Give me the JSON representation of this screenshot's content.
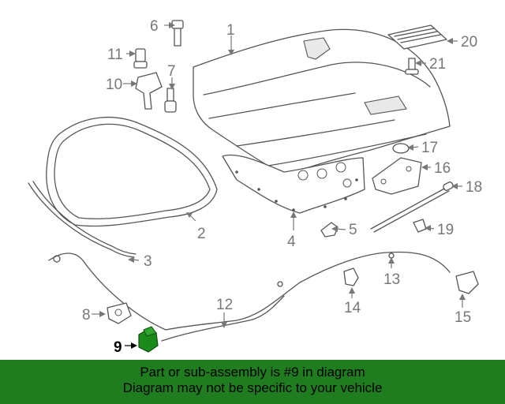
{
  "diagram": {
    "callouts": [
      "1",
      "2",
      "3",
      "4",
      "5",
      "6",
      "7",
      "8",
      "9",
      "10",
      "11",
      "12",
      "13",
      "14",
      "15",
      "16",
      "17",
      "18",
      "19",
      "20",
      "21"
    ],
    "highlighted_part": "9",
    "highlight_color": "#1a8a1a"
  },
  "banner": {
    "line1": "Part or sub-assembly is #9 in diagram",
    "line2": "Diagram may not be specific to your vehicle",
    "background": "#1f7c1f"
  }
}
